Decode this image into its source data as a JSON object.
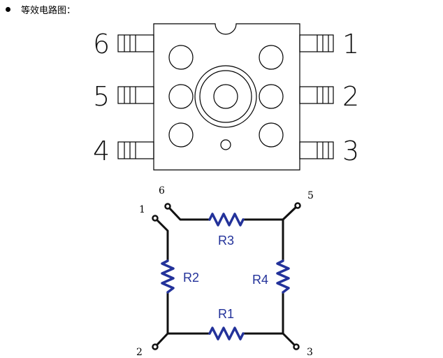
{
  "heading": {
    "text": "等效电路图："
  },
  "package": {
    "pins_left": [
      "6",
      "5",
      "4"
    ],
    "pins_right": [
      "1",
      "2",
      "3"
    ]
  },
  "circuit": {
    "nodes": {
      "n1": "1",
      "n2": "2",
      "n3": "3",
      "n5": "5",
      "n6": "6"
    },
    "resistors": {
      "r1": "R1",
      "r2": "R2",
      "r3": "R3",
      "r4": "R4"
    }
  },
  "colors": {
    "wire": "#111111",
    "resistor": "#23329a",
    "outline": "#000000"
  }
}
